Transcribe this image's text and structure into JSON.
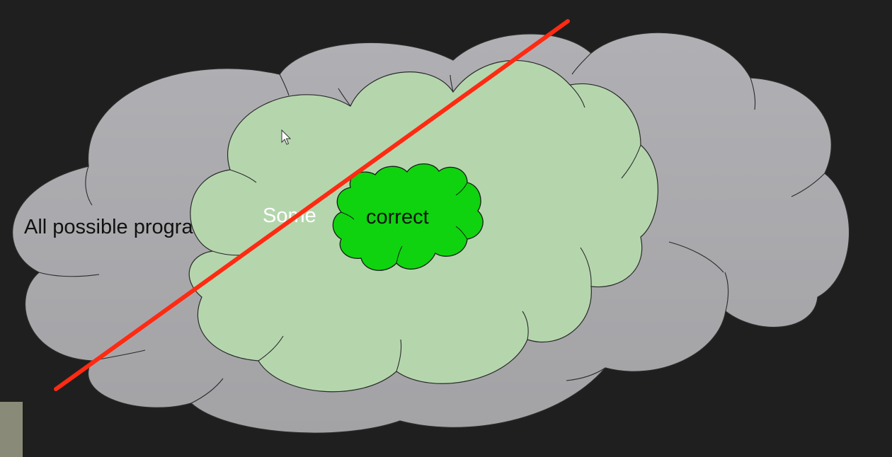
{
  "diagram": {
    "outer_cloud": {
      "label": "All possible programs",
      "fill": "#a9a9ac",
      "label_color": "#111111"
    },
    "middle_cloud": {
      "label": "Some",
      "fill": "#b5d6ad",
      "label_color": "#ffffff"
    },
    "inner_cloud": {
      "label": "correct",
      "fill": "#0fd30f",
      "label_color": "#111111"
    },
    "divider_line": {
      "color": "#ff2a12"
    },
    "cursor": {
      "icon": "mouse-pointer-icon"
    },
    "background_color": "#1f1f1f"
  }
}
